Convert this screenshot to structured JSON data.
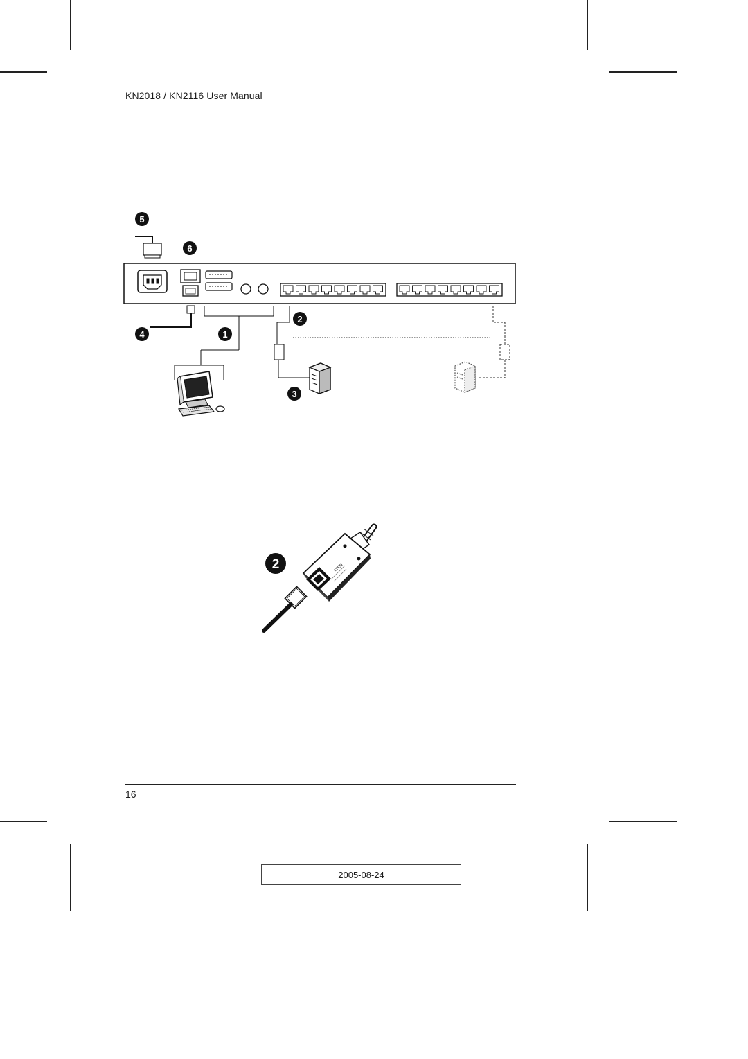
{
  "header": {
    "title": "KN2018 / KN2116 User Manual"
  },
  "figure1": {
    "callouts": [
      "5",
      "6",
      "2",
      "4",
      "1",
      "3"
    ]
  },
  "figure2": {
    "callout": "2",
    "adapter_brand": "ATEN"
  },
  "footer": {
    "page_number": "16"
  },
  "print_date": "2005-08-24",
  "colors": {
    "ink": "#111111",
    "background": "#ffffff"
  }
}
